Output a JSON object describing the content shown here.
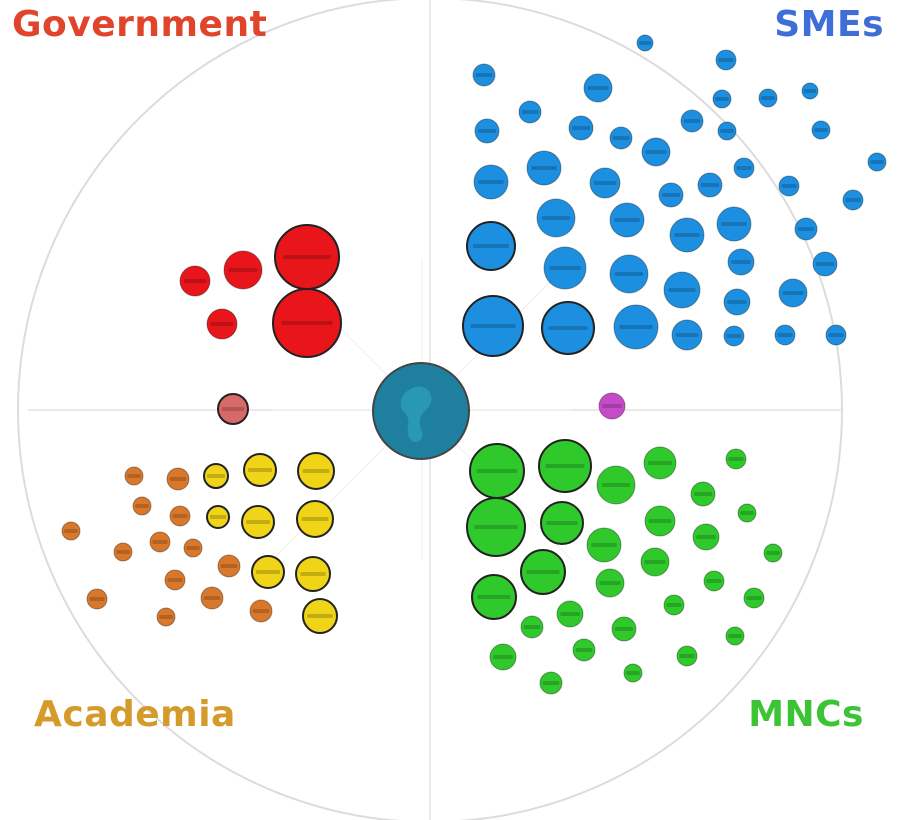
{
  "labels": {
    "government": "Government",
    "smes": "SMEs",
    "academia": "Academia",
    "mncs": "MNCs"
  },
  "colors": {
    "government": "#e8151b",
    "smes": "#1d8fe0",
    "mncs": "#2fc92c",
    "academia_orange": "#d9782a",
    "academia_yellow": "#f0d418",
    "center": "#1f7f9e",
    "connector_gov": "#d9554f",
    "connector_magenta": "#c54bc8",
    "border": "#dcdcdc"
  },
  "groups": {
    "government": [
      "gov-node",
      "gov-node",
      "gov-node",
      "gov-node",
      "gov-node"
    ],
    "smes": [
      "sme-node"
    ],
    "academia": [
      "academia-node"
    ],
    "mncs": [
      "mnc-node"
    ]
  }
}
